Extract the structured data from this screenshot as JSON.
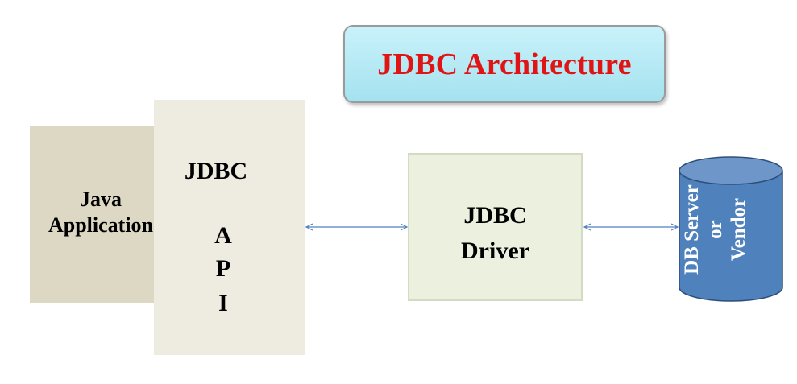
{
  "title": "JDBC Architecture",
  "java_app": {
    "line1": "Java",
    "line2": "Application"
  },
  "jdbc_api": {
    "title": "JDBC",
    "letters": [
      "A",
      "P",
      "I"
    ]
  },
  "jdbc_driver": {
    "line1": "JDBC",
    "line2": "Driver"
  },
  "db_server": {
    "line1": "DB Server",
    "line2": "or",
    "line3": "Vendor"
  },
  "colors": {
    "title_text": "#e01414",
    "title_bg": "#a4e2f0",
    "java_box": "#ddd8c4",
    "api_box": "#eeece1",
    "driver_box": "#ebf1de",
    "db_cylinder": "#4f81bd",
    "arrow": "#4f81bd"
  }
}
